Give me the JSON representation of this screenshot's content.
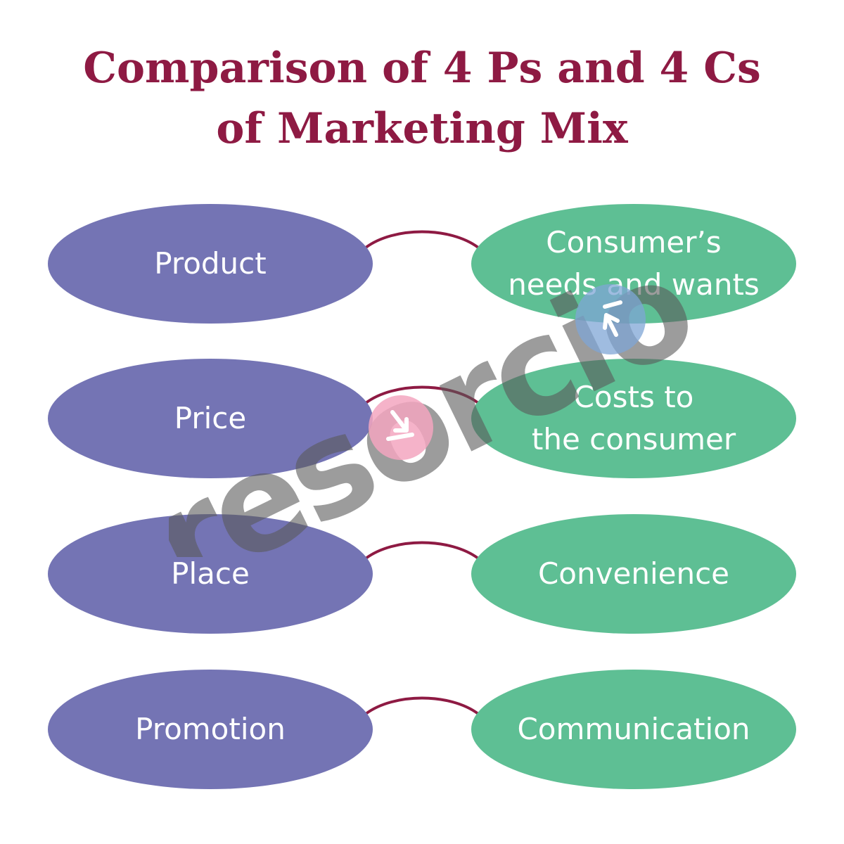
{
  "title": {
    "line1": "Comparison of 4 Ps and 4 Cs",
    "line2": "of Marketing Mix"
  },
  "pairs": [
    {
      "p": "Product",
      "c": "Consumer’s\nneeds and wants"
    },
    {
      "p": "Price",
      "c": "Costs to\nthe consumer"
    },
    {
      "p": "Place",
      "c": "Convenience"
    },
    {
      "p": "Promotion",
      "c": "Communication"
    }
  ],
  "watermark": {
    "text": "resorcio"
  },
  "colors": {
    "title": "#8e1a43",
    "p_fill": "#7474b4",
    "c_fill": "#5ebf94",
    "connector": "#8e1a43"
  }
}
